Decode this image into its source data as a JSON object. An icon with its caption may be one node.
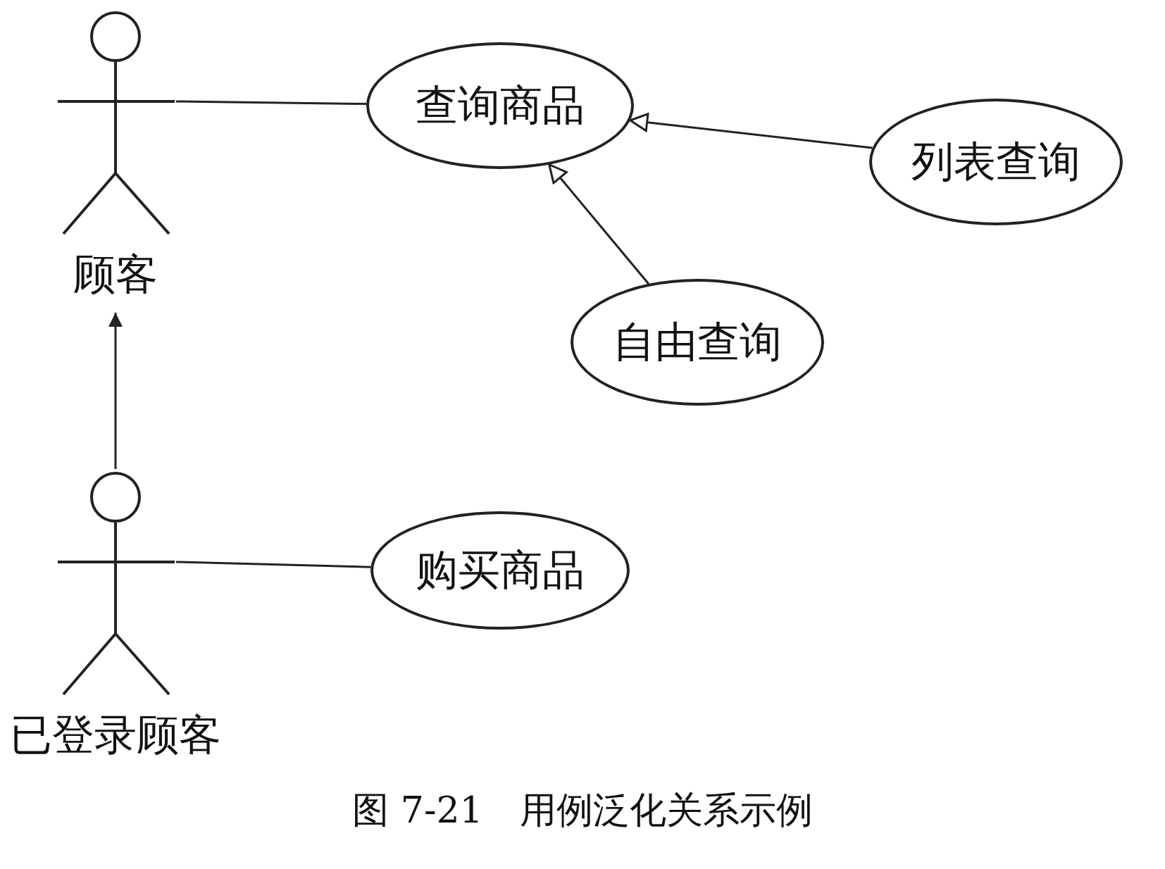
{
  "diagram": {
    "caption": "图 7-21　用例泛化关系示例",
    "nodes": [
      {
        "text": [
          "顾客"
        ]
      },
      {
        "text": [
          "查询商品"
        ]
      },
      {
        "text": [
          "列表查询"
        ]
      },
      {
        "text": [
          "自由查询"
        ]
      },
      {
        "text": [
          "已登录顾客"
        ]
      },
      {
        "text": [
          "购买商品"
        ]
      }
    ],
    "edges": [
      {
        "from": 0,
        "to": 1,
        "arrow": "none"
      },
      {
        "from": 2,
        "to": 1,
        "arrow": "to"
      },
      {
        "from": 3,
        "to": 1,
        "arrow": "to"
      },
      {
        "from": 4,
        "to": 0,
        "arrow": "to"
      },
      {
        "from": 4,
        "to": 5,
        "arrow": "none"
      }
    ]
  }
}
